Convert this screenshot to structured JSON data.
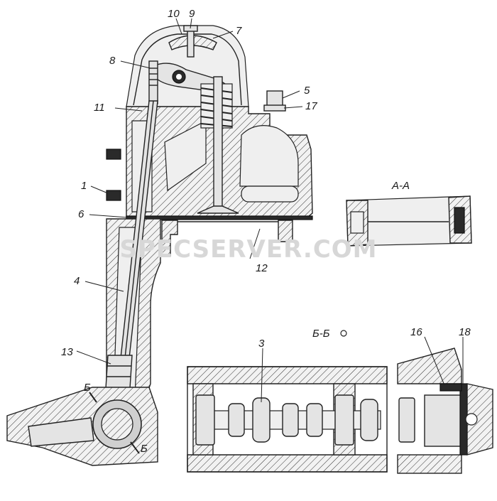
{
  "labels": {
    "l1": "1",
    "l3": "3",
    "l4": "4",
    "l5": "5",
    "l6": "6",
    "l7": "7",
    "l8": "8",
    "l9": "9",
    "l10": "10",
    "l11": "11",
    "l12": "12",
    "l13": "13",
    "l16": "16",
    "l17": "17",
    "l18": "18"
  },
  "sections": {
    "aa": "А-А",
    "bb": "Б-Б",
    "b_mark": "Б"
  },
  "watermark": "SPECSERVER.COM"
}
